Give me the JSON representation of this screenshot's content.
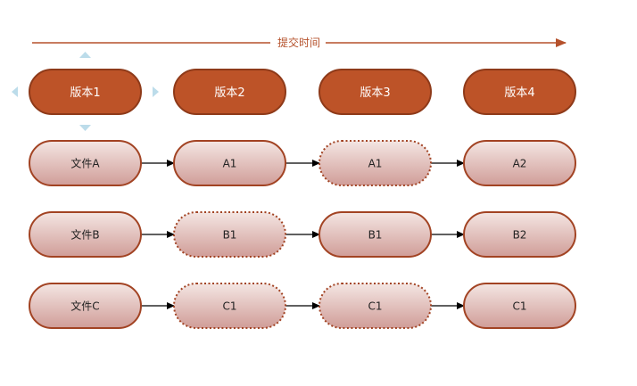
{
  "timeline": {
    "label": "提交时间"
  },
  "versions": [
    {
      "label": "版本1"
    },
    {
      "label": "版本2"
    },
    {
      "label": "版本3"
    },
    {
      "label": "版本4"
    }
  ],
  "rows": [
    {
      "label": "文件A",
      "cells": [
        {
          "label": "A1",
          "unchanged": false
        },
        {
          "label": "A1",
          "unchanged": true
        },
        {
          "label": "A2",
          "unchanged": false
        }
      ]
    },
    {
      "label": "文件B",
      "cells": [
        {
          "label": "B1",
          "unchanged": true
        },
        {
          "label": "B1",
          "unchanged": false
        },
        {
          "label": "B2",
          "unchanged": false
        }
      ]
    },
    {
      "label": "文件C",
      "cells": [
        {
          "label": "C1",
          "unchanged": true
        },
        {
          "label": "C1",
          "unchanged": true
        },
        {
          "label": "C1",
          "unchanged": false
        }
      ]
    }
  ],
  "colors": {
    "version_fill": "#bd5328",
    "version_stroke": "#8e3a19",
    "file_stroke": "#a24323",
    "file_grad_top": "#f4e6e3",
    "file_grad_bottom": "#d09d98",
    "timeline": "#b5512b",
    "handle": "#bcdcea",
    "connector": "#000000"
  }
}
